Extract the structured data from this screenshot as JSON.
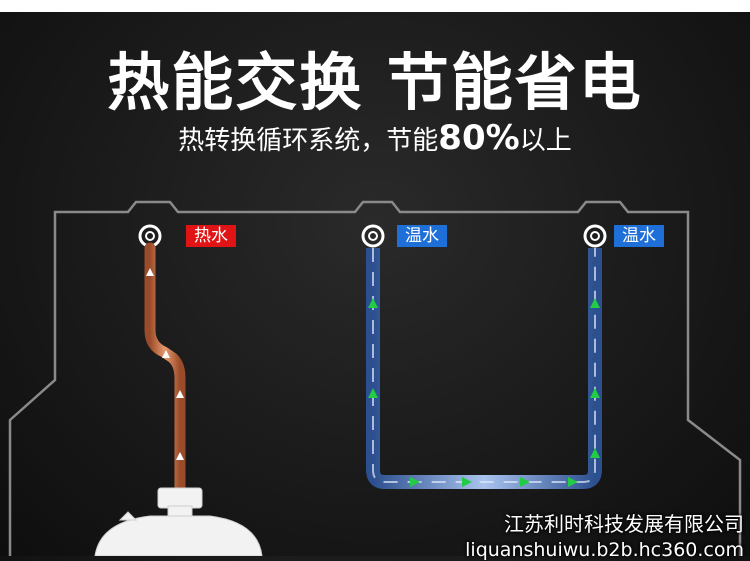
{
  "title": "热能交换 节能省电",
  "subtitle": {
    "prefix": "热转换循环系统，节能",
    "highlight": "80%",
    "suffix": "以上"
  },
  "labels": {
    "hot": "热水",
    "warm_left": "温水",
    "warm_right": "温水"
  },
  "watermark": {
    "company": "江苏利时科技发展有限公司",
    "url": "liquanshuiwu.b2b.hc360.com"
  },
  "colors": {
    "hot_tag": "#e01414",
    "warm_tag": "#1f6fd8",
    "hot_pipe": "#c8734a",
    "cold_pipe": "#4b73b8",
    "flow_arrow": "#22cc44"
  }
}
